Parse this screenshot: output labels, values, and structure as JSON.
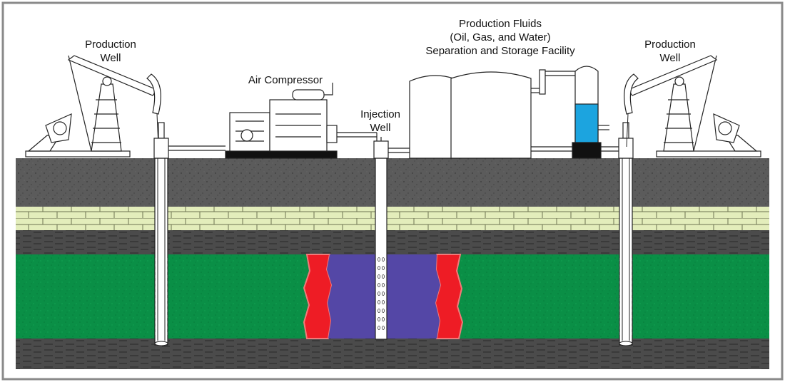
{
  "labels": {
    "left_well": {
      "line1": "Production",
      "line2": "Well"
    },
    "right_well": {
      "line1": "Production",
      "line2": "Well"
    },
    "compressor": "Air Compressor",
    "injection_well": {
      "line1": "Injection",
      "line2": "Well"
    },
    "facility": {
      "line1": "Production Fluids",
      "line2": "(Oil, Gas, and Water)",
      "line3": "Separation and Storage Facility"
    }
  },
  "colors": {
    "frame": "#8a8a8a",
    "topsoil": "#5b5b5b",
    "limestone": "#e3edbb",
    "shale": "#4b4b4b",
    "reservoir": "#0a8f46",
    "air_zone": "#5447a6",
    "combustion_front": "#ee1c25",
    "fluid_level": "#1ca4df",
    "equipment_line": "#222222"
  }
}
